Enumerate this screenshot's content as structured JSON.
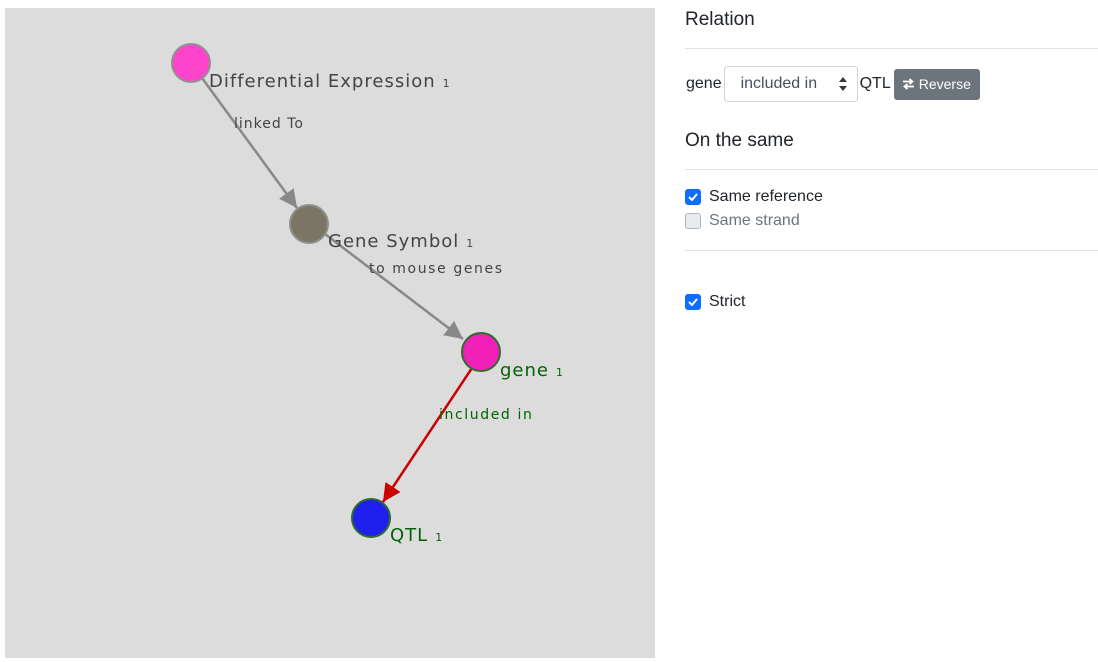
{
  "graph": {
    "nodes": [
      {
        "id": "de",
        "label": "Differential Expression",
        "count": "1",
        "color": "#ff44cc"
      },
      {
        "id": "gs",
        "label": "Gene Symbol",
        "count": "1",
        "color": "#7b7565"
      },
      {
        "id": "gene",
        "label": "gene",
        "count": "1",
        "color": "#f020b8"
      },
      {
        "id": "qtl",
        "label": "QTL",
        "count": "1",
        "color": "#2020ee"
      }
    ],
    "edges": [
      {
        "from": "de",
        "to": "gs",
        "label": "linked To"
      },
      {
        "from": "gs",
        "to": "gene",
        "label": "to mouse genes"
      },
      {
        "from": "gene",
        "to": "qtl",
        "label": "included in"
      }
    ]
  },
  "relation": {
    "title": "Relation",
    "left": "gene",
    "selected": "included in",
    "right": "QTL",
    "reverse_label": "Reverse"
  },
  "same": {
    "title": "On the same",
    "options": [
      {
        "label": "Same reference",
        "checked": true
      },
      {
        "label": "Same strand",
        "checked": false
      }
    ]
  },
  "strict": {
    "label": "Strict",
    "checked": true
  },
  "colors": {
    "accent": "#0d6efd",
    "active_edge": "#cc0000",
    "edge": "#888888",
    "active_label": "#006400"
  }
}
